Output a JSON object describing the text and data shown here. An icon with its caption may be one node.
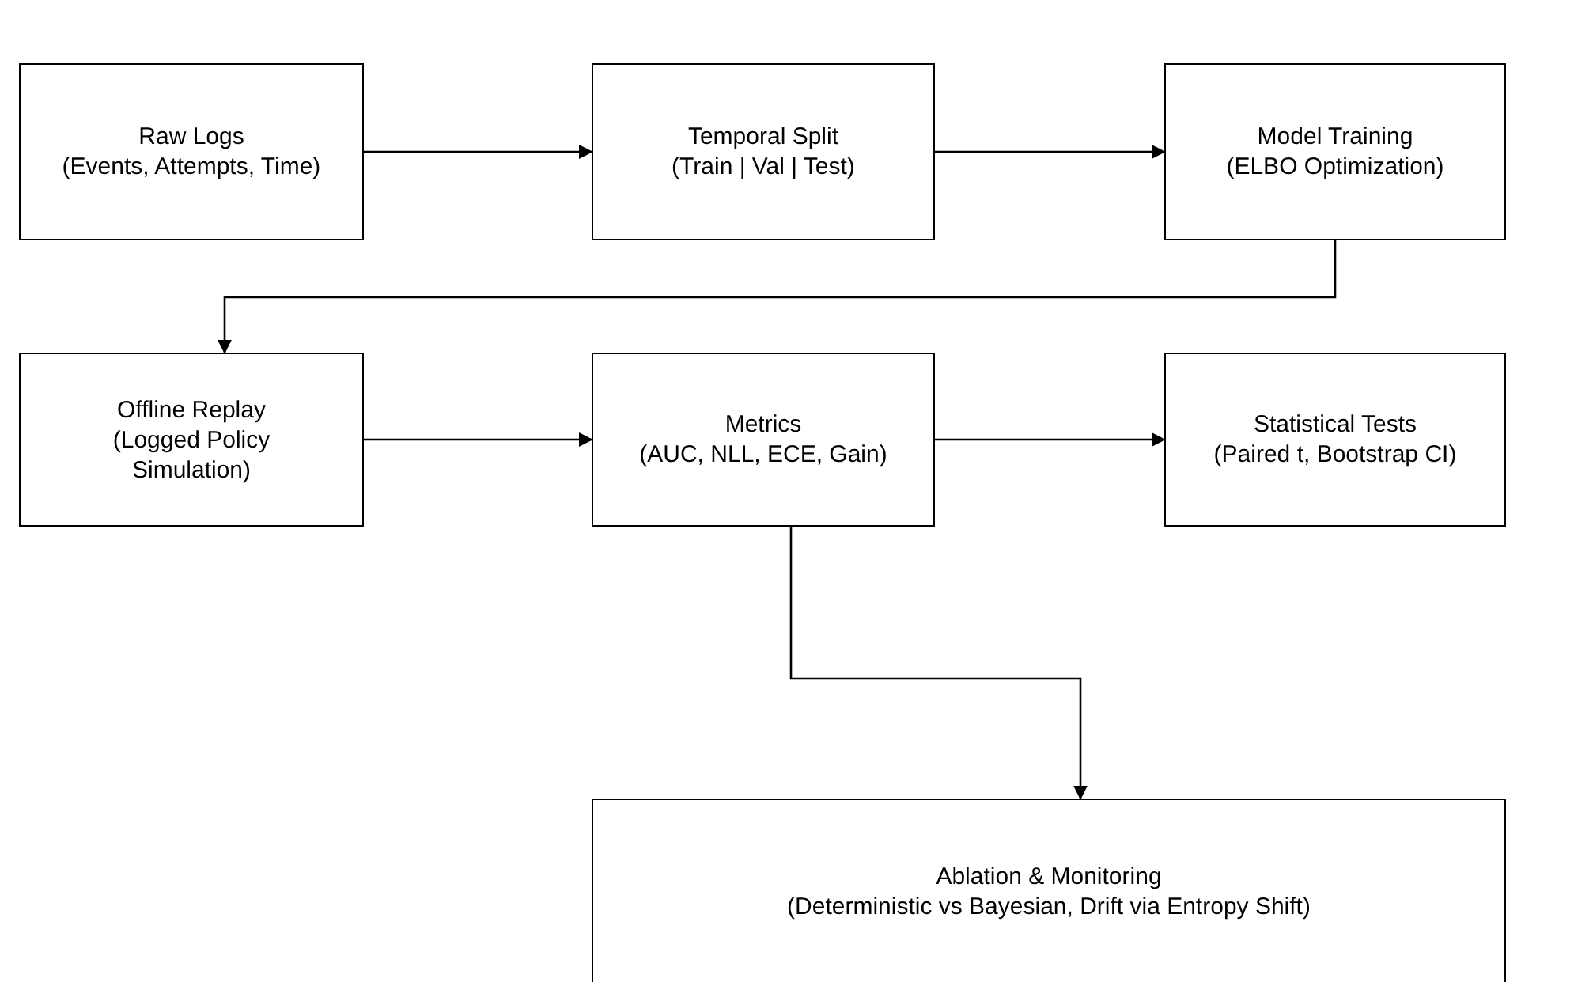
{
  "diagram": {
    "nodes": [
      {
        "text": [
          "Raw Logs",
          "(Events, Attempts, Time)"
        ]
      },
      {
        "text": [
          "Temporal Split",
          "(Train | Val | Test)"
        ]
      },
      {
        "text": [
          "Model Training",
          "(ELBO Optimization)"
        ]
      },
      {
        "text": [
          "Offline Replay",
          "(Logged Policy Simulation)"
        ]
      },
      {
        "text": [
          "Metrics",
          "(AUC, NLL, ECE, Gain)"
        ]
      },
      {
        "text": [
          "Statistical Tests",
          "(Paired t, Bootstrap CI)"
        ]
      },
      {
        "text": [
          "Ablation & Monitoring",
          "(Deterministic vs Bayesian, Drift via Entropy Shift)"
        ]
      }
    ],
    "edges": [
      {
        "from": 0,
        "to": 1,
        "arrow": "to"
      },
      {
        "from": 1,
        "to": 2,
        "arrow": "to"
      },
      {
        "from": 2,
        "to": 3,
        "arrow": "to"
      },
      {
        "from": 3,
        "to": 4,
        "arrow": "to"
      },
      {
        "from": 4,
        "to": 5,
        "arrow": "to"
      },
      {
        "from": 4,
        "to": 6,
        "arrow": "to"
      }
    ]
  }
}
